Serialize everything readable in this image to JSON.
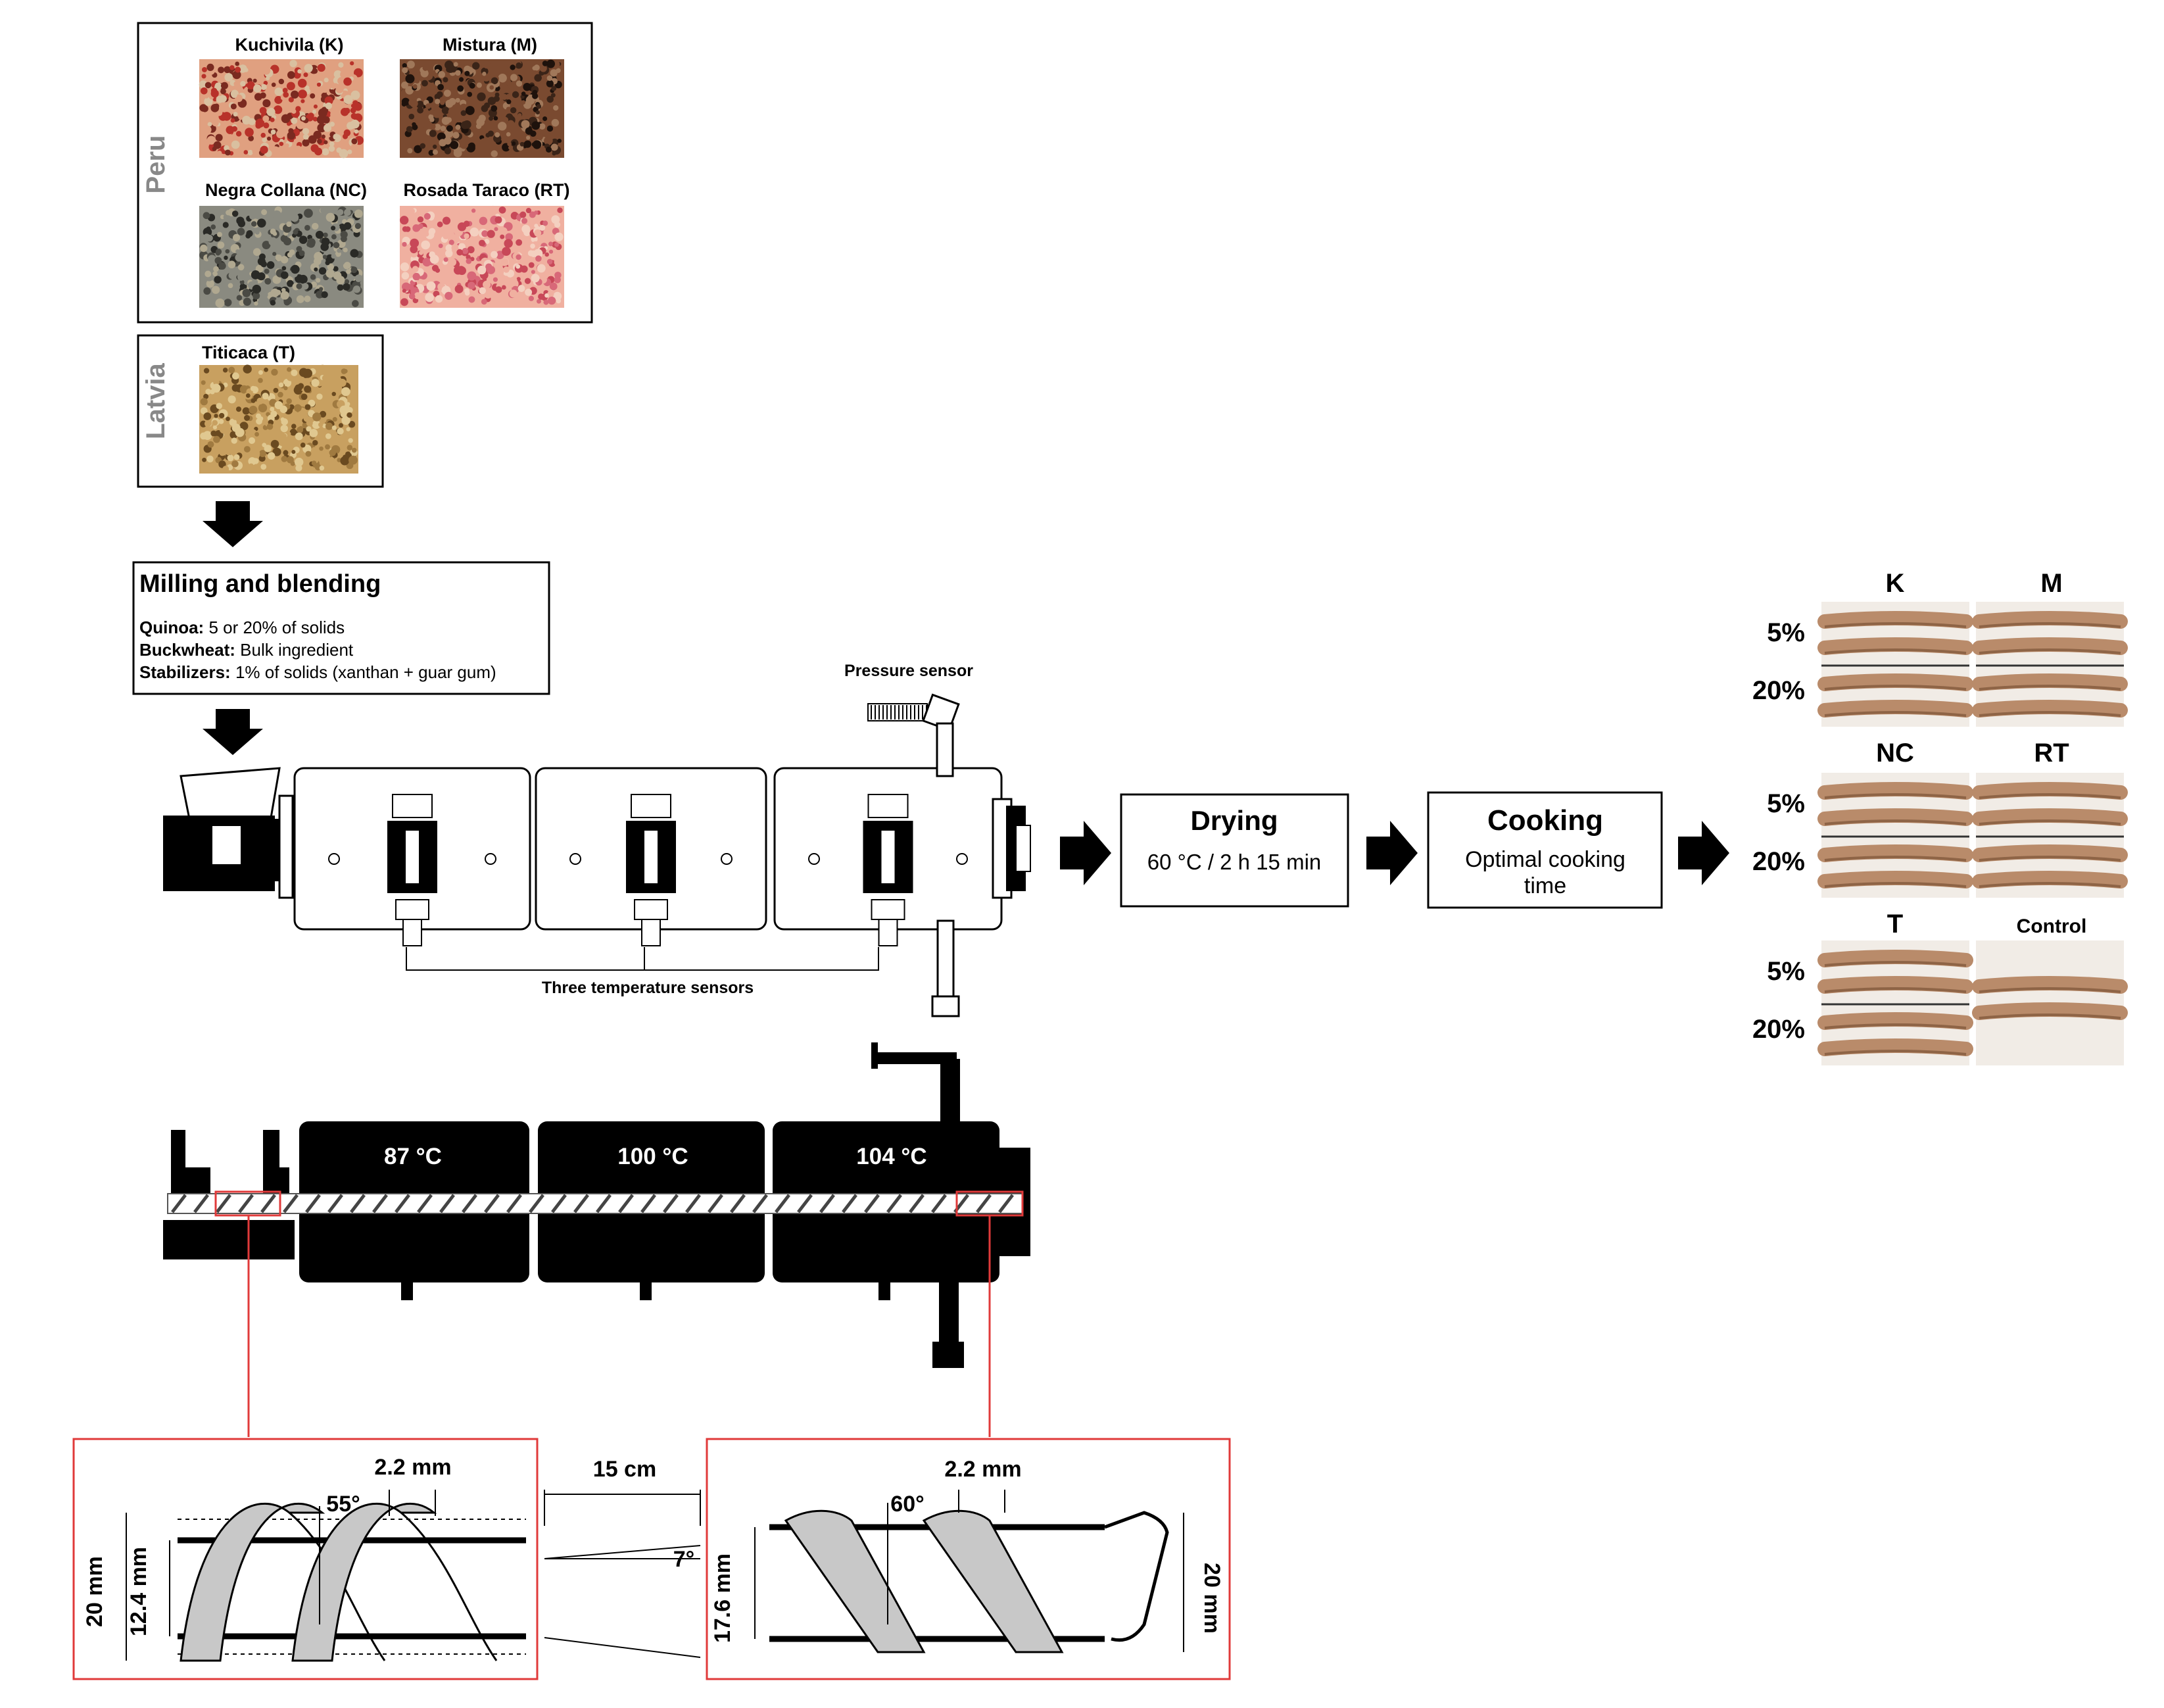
{
  "regions": {
    "peru": "Peru",
    "latvia": "Latvia"
  },
  "varieties": [
    {
      "label": "Kuchivila (K)",
      "colors": [
        "#b8322a",
        "#e0a080",
        "#7a2a20",
        "#d9c0a0"
      ]
    },
    {
      "label": "Mistura (M)",
      "colors": [
        "#3a2418",
        "#7a4a30",
        "#a0785a",
        "#1e120c"
      ]
    },
    {
      "label": "Negra Collana (NC)",
      "colors": [
        "#4a4a44",
        "#8a8a80",
        "#2a2a26",
        "#b0a890"
      ]
    },
    {
      "label": "Rosada Taraco (RT)",
      "colors": [
        "#d86878",
        "#f0b0a0",
        "#c84858",
        "#f4d0c0"
      ]
    },
    {
      "label": "Titicaca (T)",
      "colors": [
        "#a07a40",
        "#c8a060",
        "#6a4a20",
        "#e0c890"
      ]
    }
  ],
  "milling": {
    "title": "Milling and blending",
    "rows": [
      {
        "key": "Quinoa:",
        "value": " 5 or 20% of solids"
      },
      {
        "key": "Buckwheat:",
        "value": " Bulk ingredient"
      },
      {
        "key": "Stabilizers:",
        "value": " 1% of solids (xanthan + guar gum)"
      }
    ]
  },
  "extruder": {
    "pressure_sensor": "Pressure sensor",
    "temperature_sensors": "Three temperature sensors",
    "zones": [
      "87 °C",
      "100 °C",
      "104 °C"
    ]
  },
  "drying": {
    "title": "Drying",
    "detail": "60 °C / 2 h 15 min"
  },
  "cooking": {
    "title": "Cooking",
    "detail_line1": "Optimal cooking",
    "detail_line2": "time"
  },
  "screw_left": {
    "pitch": "2.2 mm",
    "angle": "55°",
    "outer_diameter": "20 mm",
    "root_diameter": "12.4 mm"
  },
  "screw_middle": {
    "length": "15 cm",
    "taper_angle": "7°"
  },
  "screw_right": {
    "pitch": "2.2 mm",
    "angle": "60°",
    "root_diameter": "17.6 mm",
    "outer_diameter": "20 mm"
  },
  "pasta": {
    "groups": [
      {
        "a": "K",
        "b": "M"
      },
      {
        "a": "NC",
        "b": "RT"
      },
      {
        "a": "T",
        "b": "Control"
      }
    ],
    "levels": [
      "5%",
      "20%"
    ],
    "colors": {
      "strand": "#b98b6a",
      "strand_dark": "#8e6446",
      "background": "#f1ece6"
    }
  }
}
